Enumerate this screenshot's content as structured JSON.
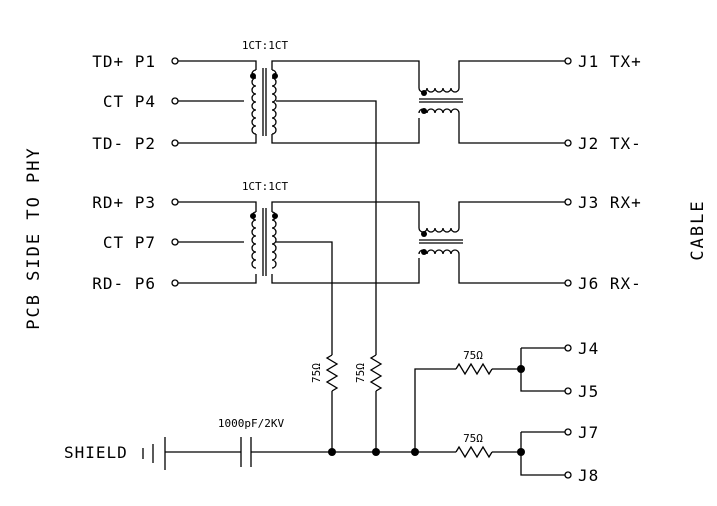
{
  "side_labels": {
    "left": "PCB SIDE TO PHY",
    "right": "CABLE"
  },
  "pins_left": [
    "TD+ P1",
    "CT P4",
    "TD- P2",
    "RD+ P3",
    "CT P7",
    "RD- P6"
  ],
  "pins_right": [
    "J1 TX+",
    "J2 TX-",
    "J3 RX+",
    "J6 RX-",
    "J4",
    "J5",
    "J7",
    "J8"
  ],
  "transformer_ratio": [
    "1CT:1CT",
    "1CT:1CT"
  ],
  "resistors": [
    "75Ω",
    "75Ω",
    "75Ω",
    "75Ω"
  ],
  "capacitor": "1000pF/2KV",
  "shield": "SHIELD"
}
